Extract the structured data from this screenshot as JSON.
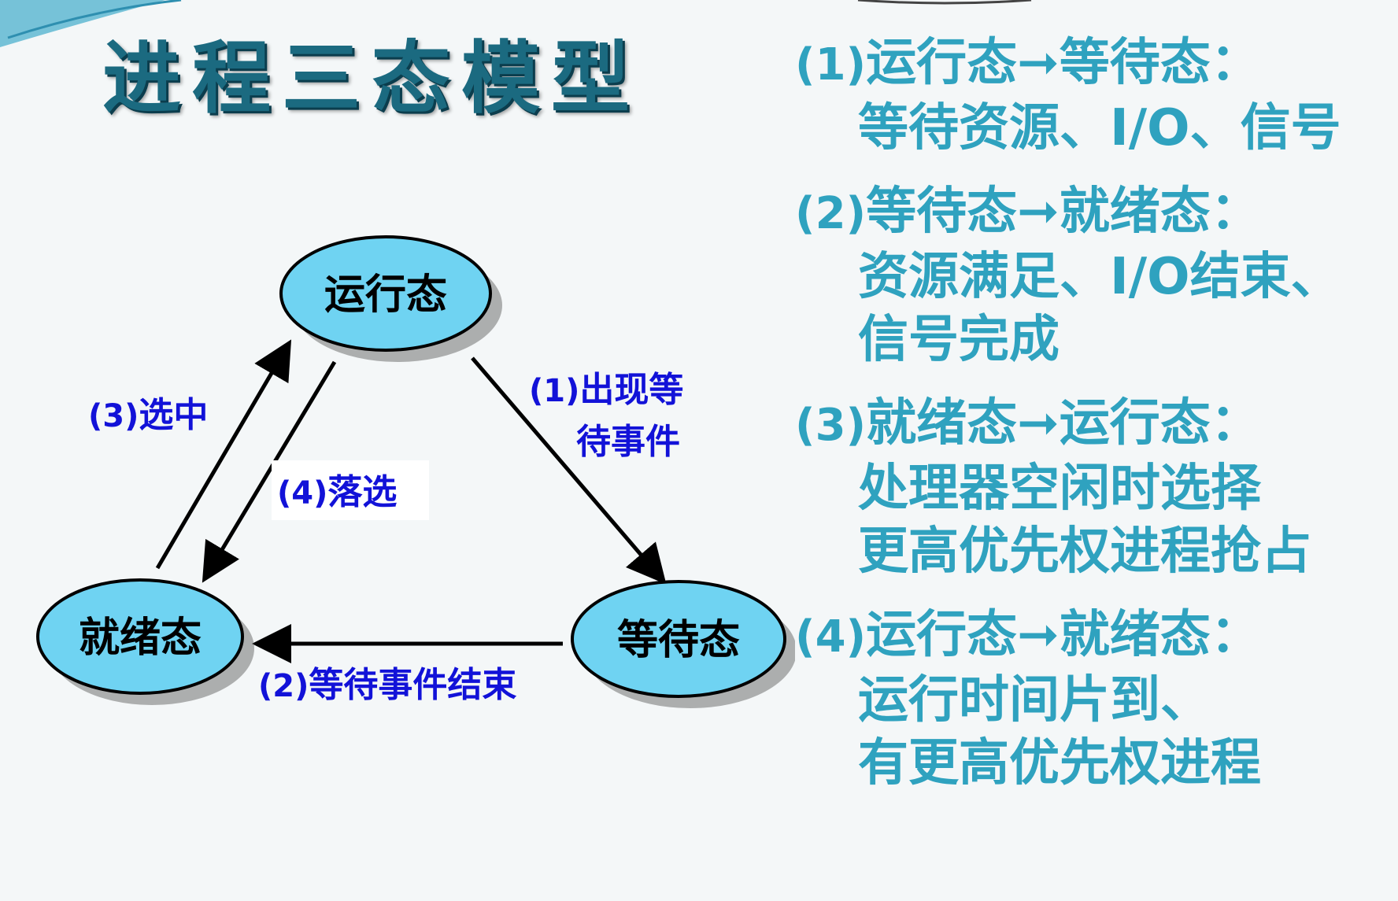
{
  "title": "进程三态模型",
  "states": {
    "running": "运行态",
    "ready": "就绪态",
    "waiting": "等待态"
  },
  "edges": {
    "e1": {
      "num": "(1)",
      "lines": [
        "出现等",
        "待事件"
      ]
    },
    "e2": {
      "num": "(2)",
      "lines": [
        "等待事件结束"
      ]
    },
    "e3": {
      "num": "(3)",
      "lines": [
        "选中"
      ]
    },
    "e4": {
      "num": "(4)",
      "lines": [
        "落选"
      ]
    }
  },
  "transitions": [
    {
      "num": "(1)",
      "from": "运行态",
      "arrow": "➞",
      "to": "等待态：",
      "lines": [
        "等待资源、I/O、信号"
      ]
    },
    {
      "num": "(2)",
      "from": "等待态",
      "arrow": "➞",
      "to": "就绪态：",
      "lines": [
        "资源满足、I/O结束、",
        "信号完成"
      ]
    },
    {
      "num": "(3)",
      "from": "就绪态",
      "arrow": "➞",
      "to": "运行态：",
      "lines": [
        "处理器空闲时选择",
        "更高优先权进程抢占"
      ]
    },
    {
      "num": "(4)",
      "from": "运行态",
      "arrow": "➞",
      "to": "就绪态：",
      "lines": [
        "运行时间片到、",
        "有更高优先权进程"
      ]
    }
  ],
  "colors": {
    "title": "#1b6a80",
    "state_fill": "#6fd3f2",
    "edge_label": "#1212d8",
    "panel_text": "#2fa2bf"
  }
}
